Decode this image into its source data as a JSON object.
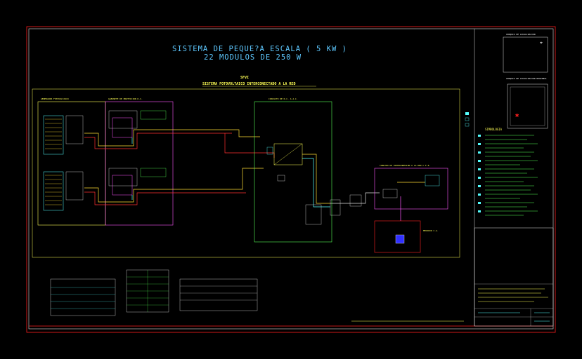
{
  "drawing": {
    "title_line1": "SISTEMA DE PEQUE?A ESCALA   (  5 KW  )",
    "title_line2": "22 MODULOS DE 250 W",
    "section_code": "SFVI",
    "section_title": "SISTEMA FOTOVOLTAICO INTERCONECTADO A LA RED"
  },
  "blocks": {
    "generator": "GENERADOR FOTOVOLTAICO",
    "dc_protection": "GABINETE DE PROTECCION D.C.",
    "ac_circuit": "CIRCUITO DE D.C. A A.C.",
    "ac_panel": "TABLERO DE INTERCONEXION A LA RED C.F.E.",
    "meter": "MEDIDOR C.A."
  },
  "side": {
    "location_sketch": "CROQUIS DE LOCALIZACION",
    "regional_sketch": "CROQUIS DE LOCALIZACION REGIONAL",
    "legend_title": "SIMBOLOGIA"
  },
  "colors": {
    "frame": "#ff2020",
    "border": "#ffffff",
    "generator_box": "#ffff55",
    "protection_box": "#ff55ff",
    "ac_box": "#55ff55",
    "title_text": "#5ec8ff",
    "wire_red": "#ff3030",
    "wire_yellow": "#ffdd33",
    "wire_cyan": "#55ffff"
  }
}
